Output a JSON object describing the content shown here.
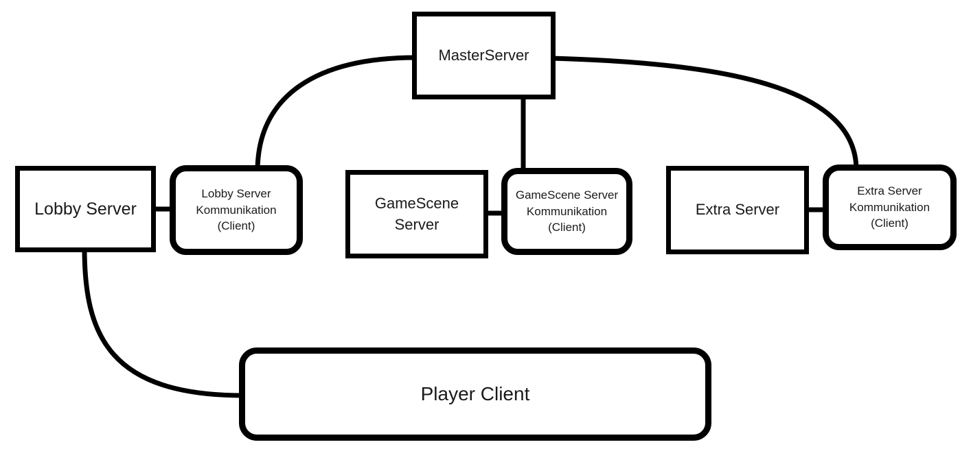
{
  "diagram": {
    "title": "Server architecture diagram",
    "background_color": "#ffffff",
    "stroke_color": "#000000",
    "text_color": "#1a1a1a",
    "nodes": {
      "master_server": {
        "label": "MasterServer",
        "shape": "rectangle"
      },
      "lobby_server": {
        "label": "Lobby Server",
        "shape": "rectangle"
      },
      "lobby_komm": {
        "label": "Lobby Server\nKommunikation\n(Client)",
        "shape": "rounded-rectangle"
      },
      "gamescene_server": {
        "label": "GameScene\nServer",
        "shape": "rectangle"
      },
      "gamescene_komm": {
        "label": "GameScene Server\nKommunikation\n(Client)",
        "shape": "rounded-rectangle"
      },
      "extra_server": {
        "label": "Extra Server",
        "shape": "rectangle"
      },
      "extra_komm": {
        "label": "Extra Server\nKommunikation\n(Client)",
        "shape": "rounded-rectangle"
      },
      "player_client": {
        "label": "Player Client",
        "shape": "rounded-rectangle"
      }
    },
    "connections": [
      {
        "from": "master_server",
        "to": "lobby_komm"
      },
      {
        "from": "master_server",
        "to": "gamescene_komm"
      },
      {
        "from": "master_server",
        "to": "extra_komm"
      },
      {
        "from": "lobby_server",
        "to": "lobby_komm"
      },
      {
        "from": "gamescene_server",
        "to": "gamescene_komm"
      },
      {
        "from": "extra_server",
        "to": "extra_komm"
      },
      {
        "from": "lobby_server",
        "to": "player_client"
      }
    ]
  }
}
